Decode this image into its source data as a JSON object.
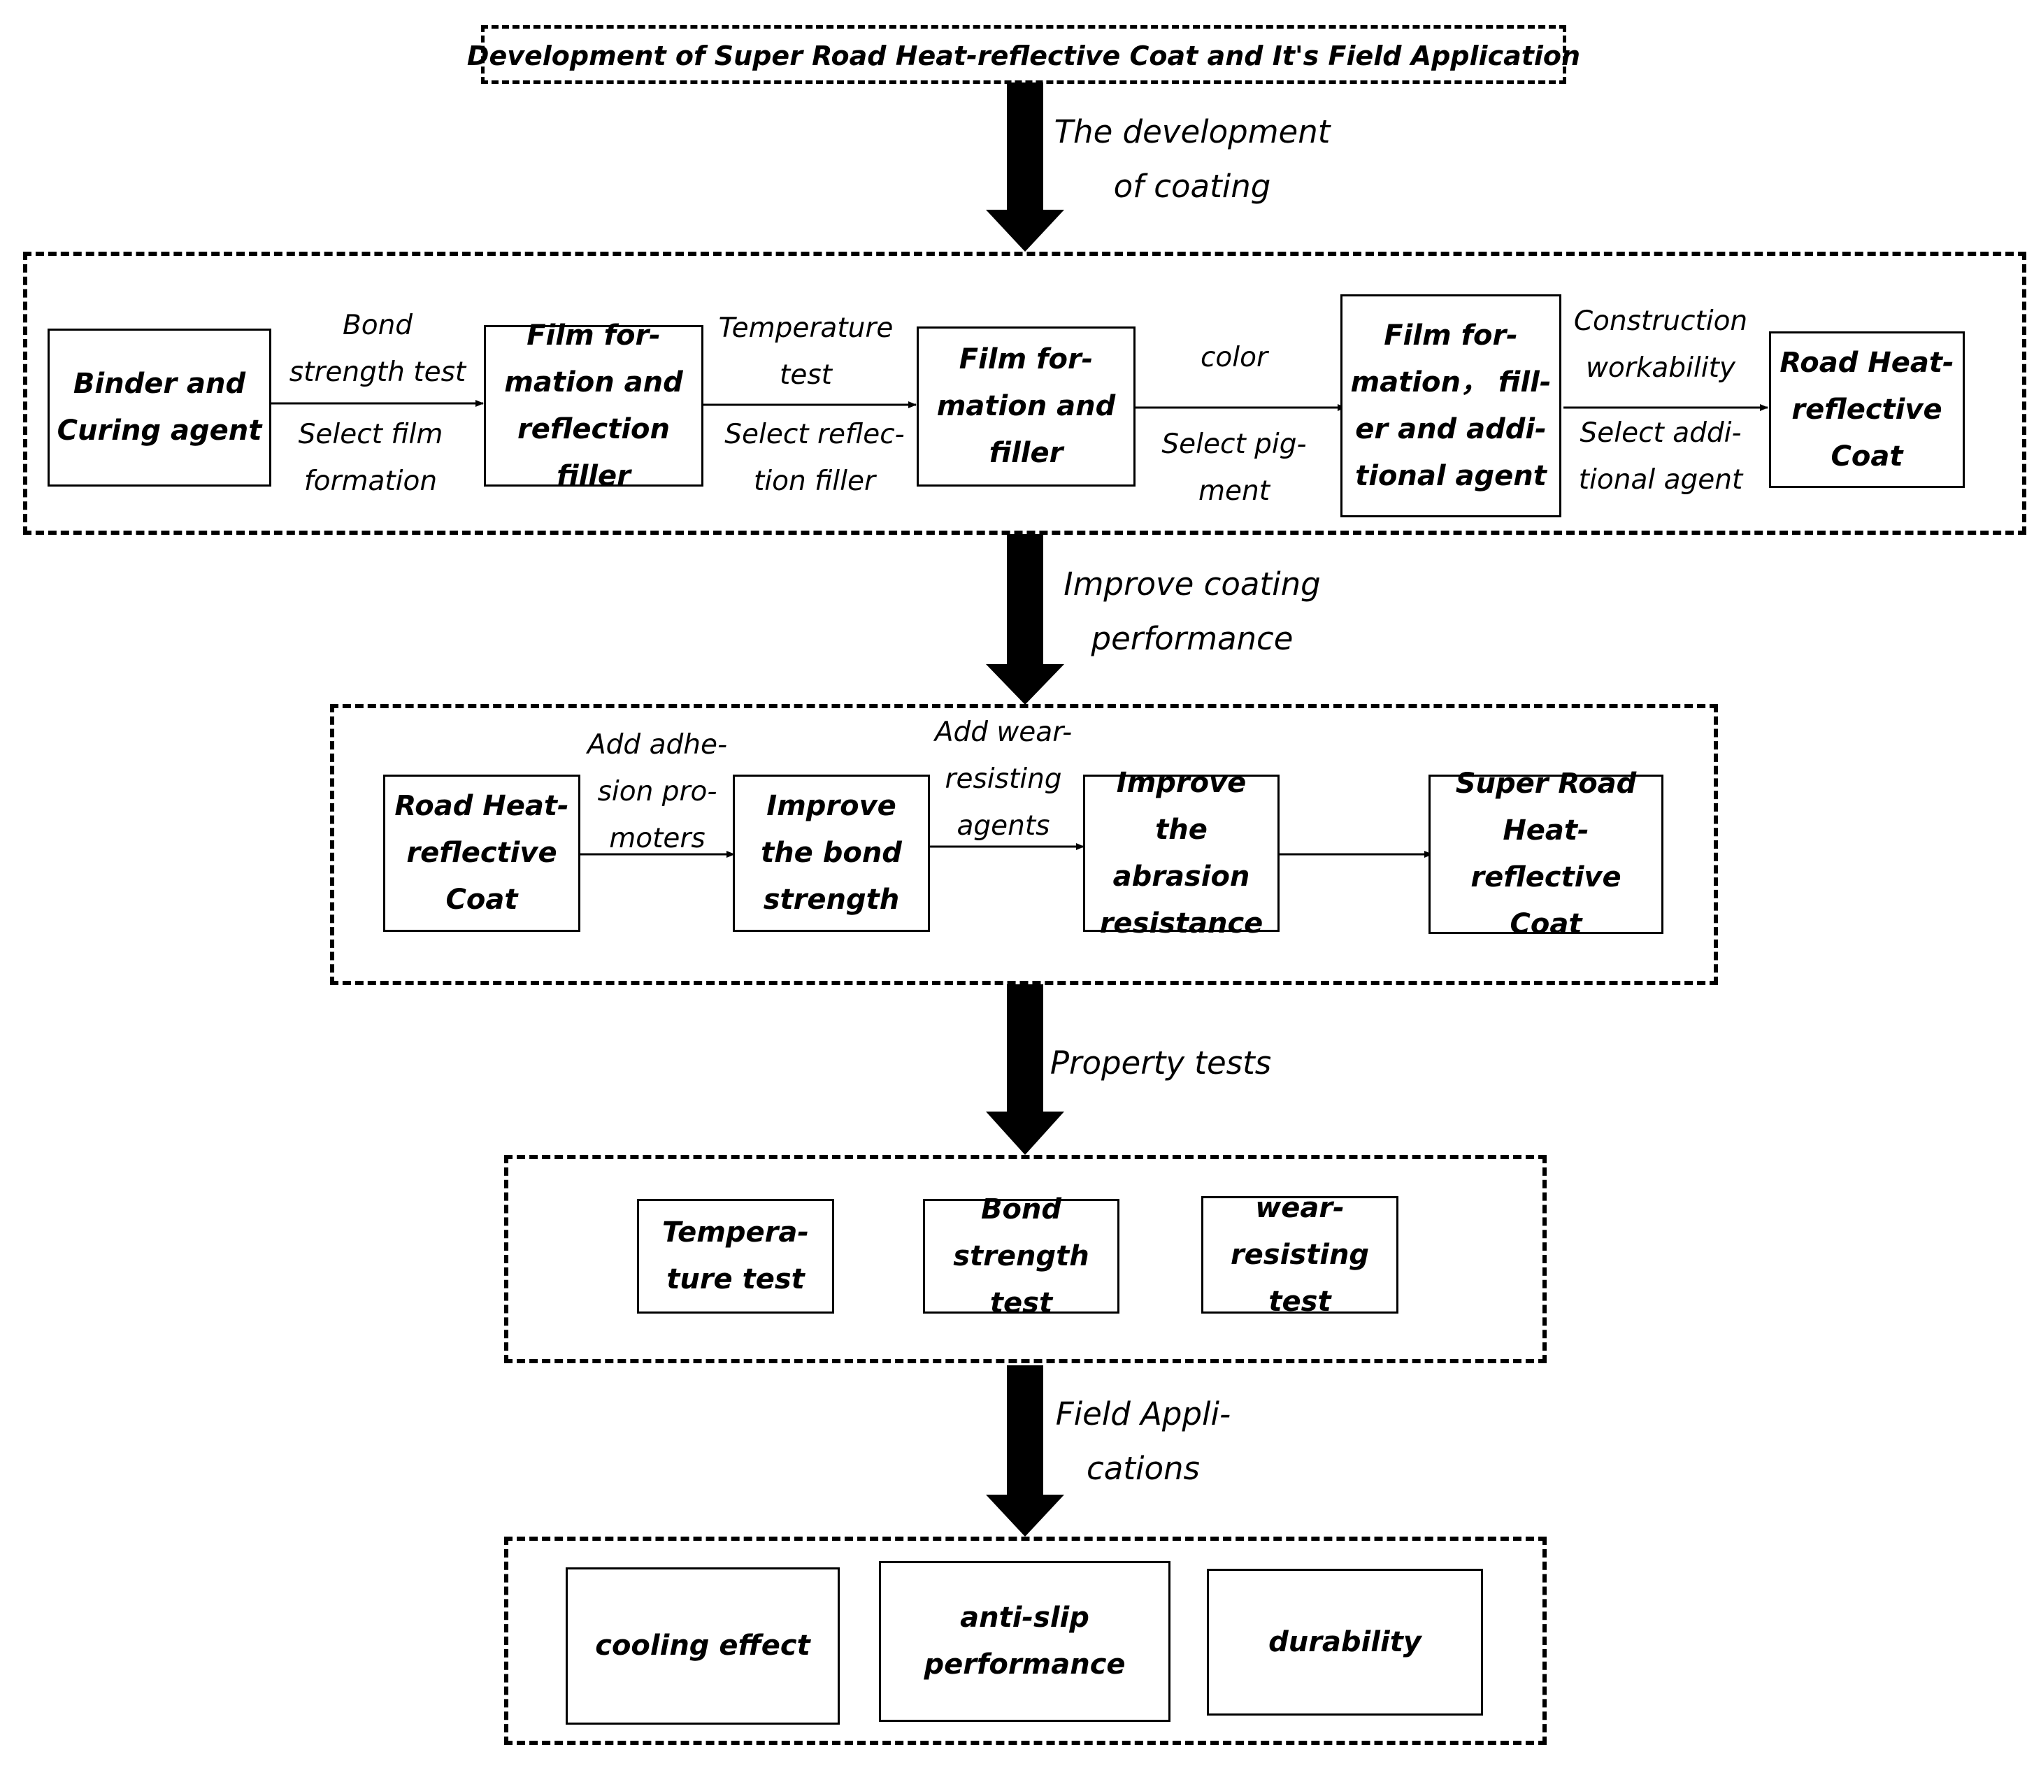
{
  "title": "Development of Super Road Heat-reflective Coat and It's Field Application",
  "stage_labels": {
    "development": "The development\nof coating",
    "improve": "Improve coating\nperformance",
    "property": "Property tests",
    "field": "Field Appli-\ncations"
  },
  "development": {
    "boxes": [
      "Binder and\nCuring agent",
      "Film for-\nmation and\nreflection filler",
      "Film for-\nmation and\nfiller",
      "Film for-\nmation，  fill-\ner and addi-\ntional agent",
      "Road Heat-\nreflective\nCoat"
    ],
    "edges": [
      {
        "above": "Bond\nstrength test",
        "below": "Select film\nformation"
      },
      {
        "above": "Temperature\ntest",
        "below": "Select reflec-\ntion filler"
      },
      {
        "above": "color",
        "below": "Select pig-\nment"
      },
      {
        "above": "Construction\nworkability",
        "below": "Select addi-\ntional agent"
      }
    ]
  },
  "improve": {
    "boxes": [
      "Road Heat-\nreflective\nCoat",
      "Improve\nthe bond\nstrength",
      "Improve\nthe abrasion\nresistance",
      "Super Road\nHeat-reflective\nCoat"
    ],
    "edges": [
      {
        "above": "Add adhe-\nsion pro-\nmoters"
      },
      {
        "above": "Add wear-\nresisting\nagents"
      },
      {
        "above": ""
      }
    ]
  },
  "property": {
    "boxes": [
      "Tempera-\nture test",
      "Bond\nstrength test",
      "wear-\nresisting test"
    ]
  },
  "field": {
    "boxes": [
      "cooling effect",
      "anti-slip\nperformance",
      "durability"
    ]
  }
}
